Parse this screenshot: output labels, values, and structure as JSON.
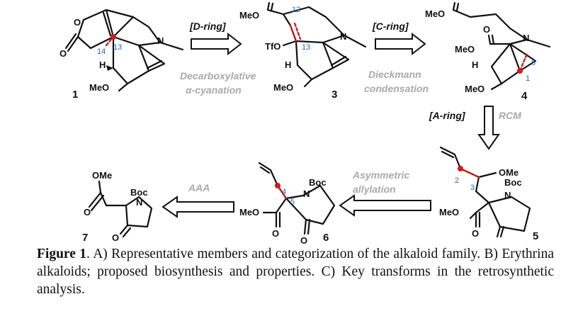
{
  "figure": {
    "compounds": [
      {
        "id": "c1",
        "label": "1"
      },
      {
        "id": "c3",
        "label": "3"
      },
      {
        "id": "c4",
        "label": "4"
      },
      {
        "id": "c5",
        "label": "5"
      },
      {
        "id": "c6",
        "label": "6"
      },
      {
        "id": "c7",
        "label": "7"
      }
    ],
    "steps": [
      {
        "tag": "[D-ring]",
        "name_lines": [
          "Decarboxylative",
          "α-cyanation"
        ]
      },
      {
        "tag": "[C-ring]",
        "name_lines": [
          "Dieckmann",
          "condensation"
        ]
      },
      {
        "tag": "[A-ring]",
        "name_lines": [
          "RCM"
        ]
      },
      {
        "tag": "",
        "name_lines": [
          "Asymmetric",
          "allylation"
        ]
      },
      {
        "tag": "",
        "name_lines": [
          "AAA"
        ]
      }
    ],
    "atom_labels": {
      "O": "O",
      "N": "N",
      "H": "H",
      "MeO": "MeO",
      "OMe": "OMe",
      "TfO": "TfO",
      "Boc": "Boc"
    },
    "position_numbers": [
      "12",
      "13",
      "14",
      "1",
      "6",
      "2",
      "3",
      "4",
      "5"
    ],
    "highlight_color": "#d11a1a",
    "number_color": "#2a63b8",
    "step_name_color": "#a9a9a9"
  },
  "caption": {
    "label": "Figure 1",
    "text": ". A) Representative members and categorization of the alkaloid family. B) Erythrina alkaloids; proposed biosynthesis and properties.   C) Key transforms in the retrosynthetic analysis."
  }
}
